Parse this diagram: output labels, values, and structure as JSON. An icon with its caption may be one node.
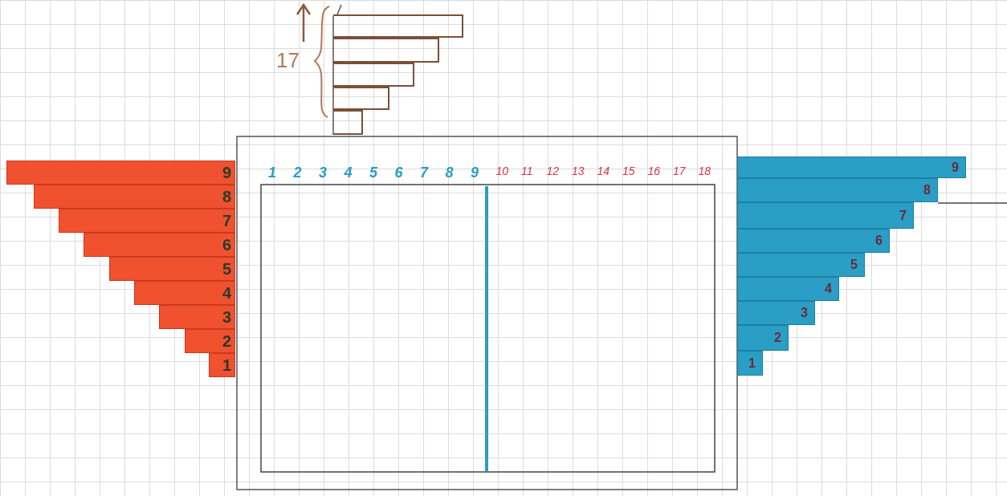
{
  "diagram": {
    "nodes": [
      {
        "text": [],
        "shape": "bar"
      },
      {
        "text": [],
        "shape": "bar"
      },
      {
        "text": [],
        "shape": "bar"
      },
      {
        "text": [],
        "shape": "bar"
      },
      {
        "text": [],
        "shape": "bar"
      },
      {
        "text": [
          "9"
        ]
      },
      {
        "text": [
          "8"
        ]
      },
      {
        "text": [
          "7"
        ]
      },
      {
        "text": [
          "6"
        ]
      },
      {
        "text": [
          "5"
        ]
      },
      {
        "text": [
          "4"
        ]
      },
      {
        "text": [
          "3"
        ]
      },
      {
        "text": [
          "2"
        ]
      },
      {
        "text": [
          "1"
        ]
      },
      {
        "text": [
          "9"
        ]
      },
      {
        "text": [
          "8"
        ]
      },
      {
        "text": [
          "7"
        ]
      },
      {
        "text": [
          "6"
        ]
      },
      {
        "text": [
          "5"
        ]
      },
      {
        "text": [
          "4"
        ]
      },
      {
        "text": [
          "3"
        ]
      },
      {
        "text": [
          "2"
        ]
      },
      {
        "text": [
          "1"
        ]
      }
    ],
    "labels": [
      "17",
      "1",
      "2",
      "3",
      "4",
      "5",
      "6",
      "7",
      "8",
      "9",
      "10",
      "11",
      "12",
      "13",
      "14",
      "15",
      "16",
      "17",
      "18"
    ]
  }
}
